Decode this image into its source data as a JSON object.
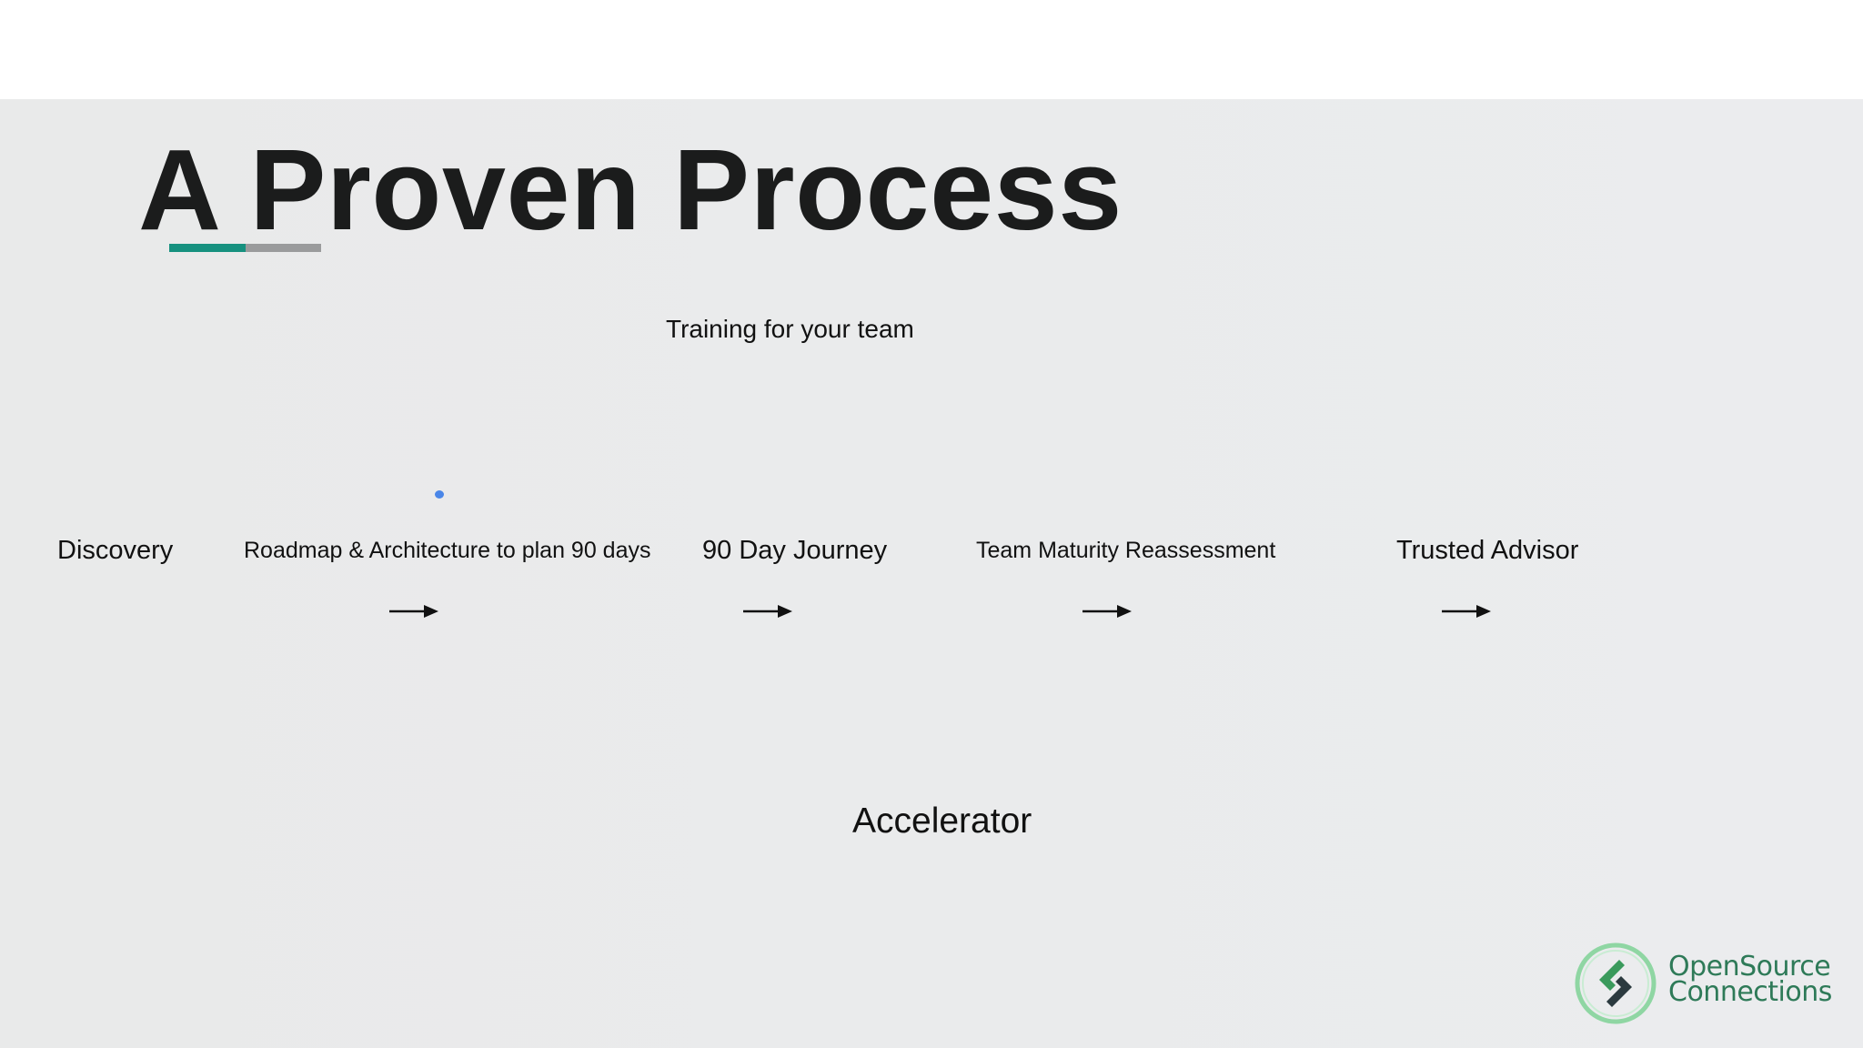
{
  "slide": {
    "title": "A Proven Process",
    "subtitle": "Training for your team",
    "steps": [
      "Discovery",
      "Roadmap & Architecture to plan 90 days",
      "90 Day Journey",
      "Team Maturity Reassessment",
      "Trusted Advisor"
    ],
    "footer_label": "Accelerator"
  },
  "logo": {
    "line1": "OpenSource",
    "line2": "Connections"
  },
  "colors": {
    "background": "#eaebec",
    "title_text": "#1b1c1c",
    "accent_teal": "#16917f",
    "accent_gray": "#9a9b9c",
    "dot_blue": "#4a86e8",
    "logo_green": "#2e7a58",
    "logo_ring": "#8fd6a3"
  },
  "icons": [
    "right-arrow-icon",
    "opensource-connections-logo"
  ]
}
